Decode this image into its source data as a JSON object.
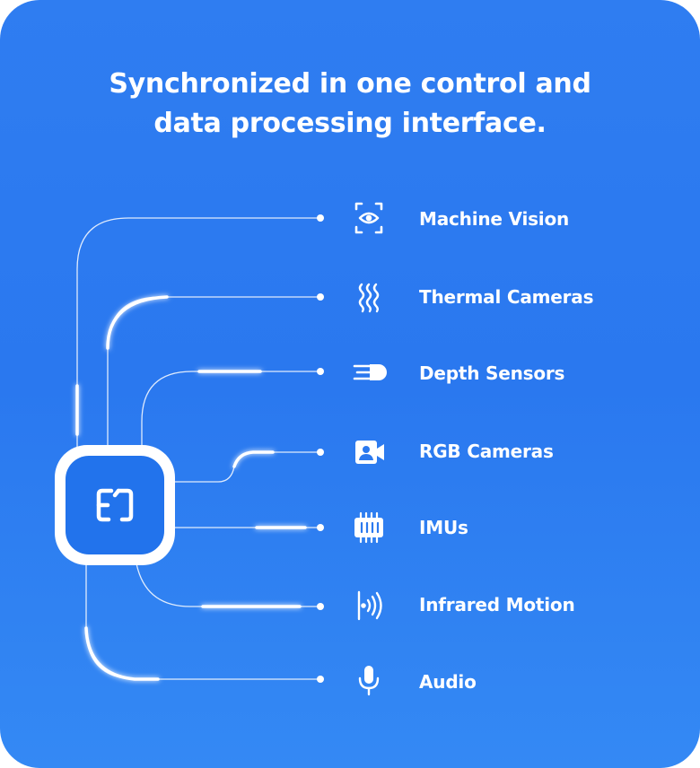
{
  "headline": {
    "line1": "Synchronized in one control and",
    "line2": "data processing interface."
  },
  "hub": {
    "icon": "brand-logo-icon"
  },
  "sources": [
    {
      "label": "Machine Vision",
      "icon": "focus-target-icon"
    },
    {
      "label": "Thermal Cameras",
      "icon": "heat-waves-icon"
    },
    {
      "label": "Depth Sensors",
      "icon": "speed-lines-icon"
    },
    {
      "label": "RGB Cameras",
      "icon": "video-camera-user-icon"
    },
    {
      "label": "IMUs",
      "icon": "chip-icon"
    },
    {
      "label": "Infrared Motion",
      "icon": "motion-signal-icon"
    },
    {
      "label": "Audio",
      "icon": "microphone-icon"
    }
  ],
  "colors": {
    "background": "#2f7df1",
    "hub_fill": "#2273ec",
    "line": "#ffffff"
  }
}
